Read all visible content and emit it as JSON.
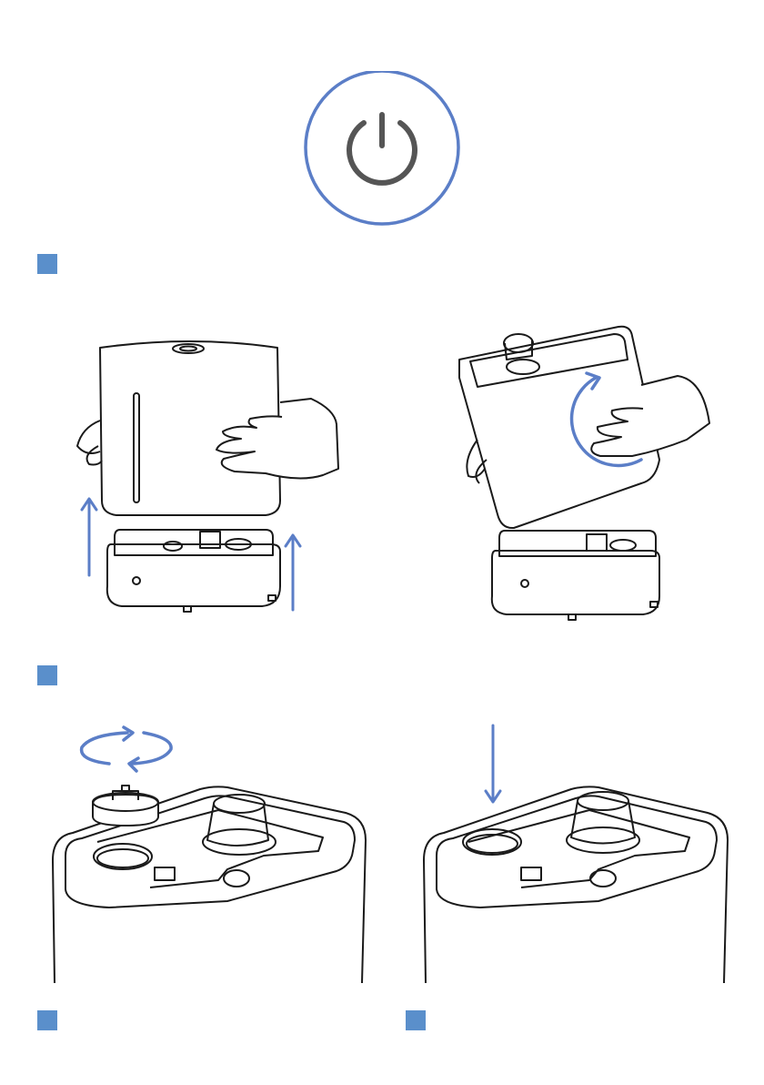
{
  "colors": {
    "accent": "#5b7ec7",
    "marker": "#5a8fcb",
    "ink": "#1a1a1a",
    "icon": "#555555"
  },
  "icons": {
    "power": "power-icon",
    "lift_arrow": "arrow-up-icon",
    "rotate_cw": "rotate-clockwise-icon",
    "rotate_both": "rotate-both-ways-icon",
    "insert_arrow": "arrow-down-icon"
  },
  "steps": [
    {
      "id": "step-1",
      "label": ""
    },
    {
      "id": "step-2",
      "label": ""
    },
    {
      "id": "step-3",
      "label": ""
    },
    {
      "id": "step-4",
      "label": ""
    }
  ]
}
